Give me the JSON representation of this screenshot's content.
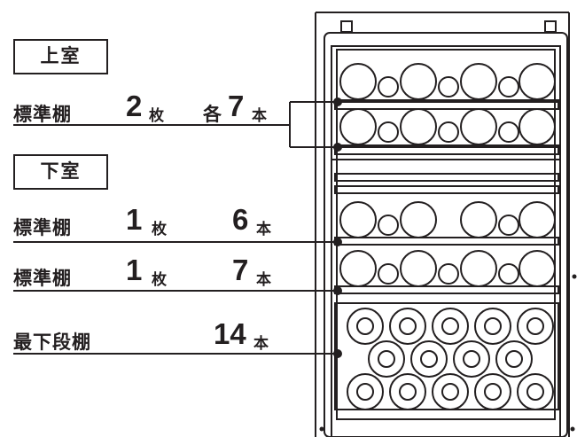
{
  "upper": {
    "title": "上室",
    "shelf": {
      "name": "標準棚",
      "count": "2",
      "count_unit": "枚",
      "each": "各",
      "bottles": "7",
      "bottle_unit": "本"
    }
  },
  "lower": {
    "title": "下室",
    "shelf1": {
      "name": "標準棚",
      "count": "1",
      "count_unit": "枚",
      "bottles": "6",
      "bottle_unit": "本"
    },
    "shelf2": {
      "name": "標準棚",
      "count": "1",
      "count_unit": "枚",
      "bottles": "7",
      "bottle_unit": "本"
    },
    "bottom": {
      "name": "最下段棚",
      "bottles": "14",
      "bottle_unit": "本"
    }
  }
}
